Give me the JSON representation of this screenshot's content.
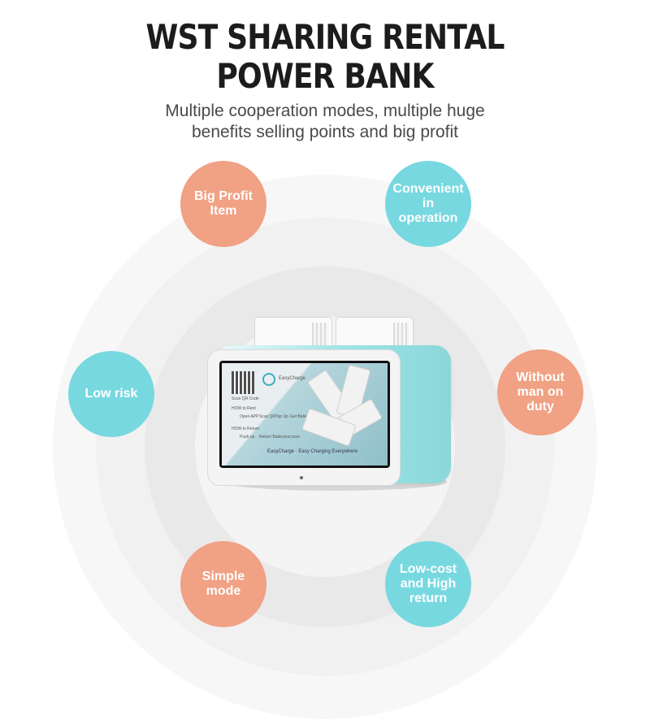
{
  "header": {
    "title_line1": "WST SHARING RENTAL",
    "title_line2": "POWER BANK",
    "subtitle_line1": "Multiple cooperation modes, multiple huge",
    "subtitle_line2": "benefits selling points and big profit"
  },
  "features": {
    "big_profit": "Big Profit Item",
    "convenient": "Convenient in operation",
    "low_risk": "Low risk",
    "without_man": "Without man on duty",
    "simple": "Simple mode",
    "low_cost": "Low-cost and High return"
  },
  "screen": {
    "brand": "EasyCharge",
    "tagline": "EasyCharge · Easy Charging Everywhere",
    "qr_caption": "Scan QR Code",
    "how_to_rent": "HOW to Rent",
    "step1": "Open APP",
    "step2": "Scan QR",
    "step3": "Top Up",
    "step4": "Get Battery",
    "how_to_return": "HOW to Return",
    "rstep1": "Push up",
    "rstep2": "Return Battery",
    "rstep3": "success"
  },
  "colors": {
    "orange": "#f1a184",
    "cyan": "#78d8e0",
    "device_teal": "#9ce4e6"
  }
}
